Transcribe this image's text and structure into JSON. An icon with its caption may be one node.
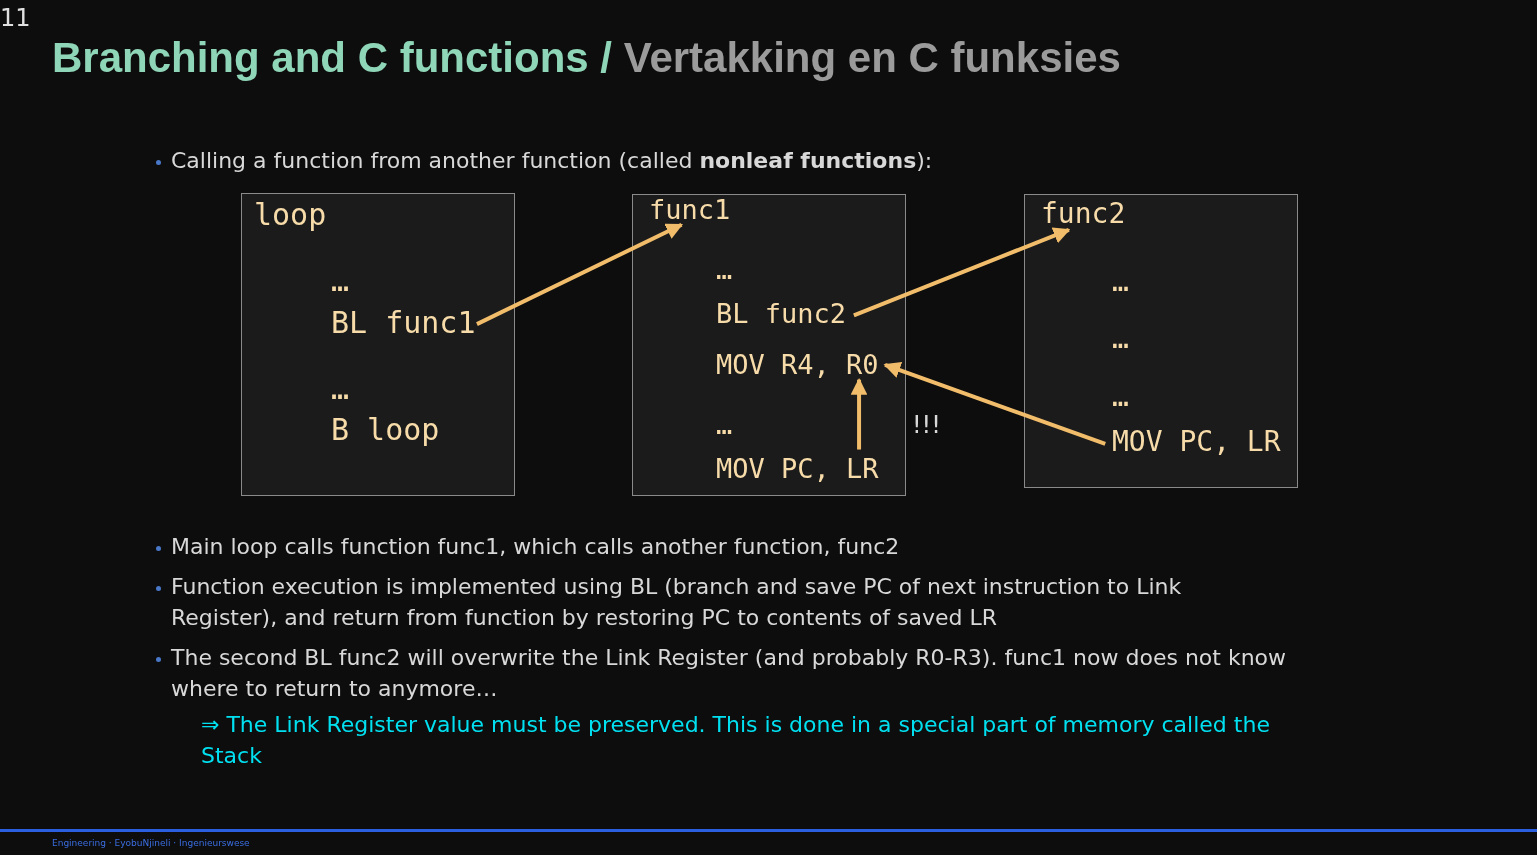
{
  "diagram": {
    "title": "Branching and C functions / *Vertakking en C funksies*",
    "nodes": [
      {
        "text": [],
        "shape": "box"
      },
      {
        "text": [
          "loop"
        ],
        "in": 0
      },
      {
        "text": [
          "…"
        ],
        "in": 0
      },
      {
        "text": [
          "BL func1"
        ],
        "in": 0
      },
      {
        "text": [
          "…"
        ],
        "in": 0
      },
      {
        "text": [
          "B loop"
        ],
        "in": 0
      },
      {
        "text": [],
        "shape": "box"
      },
      {
        "text": [
          "func1"
        ],
        "in": 6
      },
      {
        "text": [
          "…"
        ],
        "in": 6
      },
      {
        "text": [
          "BL func2"
        ],
        "in": 6
      },
      {
        "text": [
          "MOV R4, R0"
        ],
        "in": 6
      },
      {
        "text": [
          "…"
        ],
        "in": 6
      },
      {
        "text": [
          "MOV PC, LR"
        ],
        "in": 6
      },
      {
        "text": [],
        "shape": "box"
      },
      {
        "text": [
          "func2"
        ],
        "in": 13
      },
      {
        "text": [
          "…"
        ],
        "in": 13
      },
      {
        "text": [
          "…"
        ],
        "in": 13
      },
      {
        "text": [
          "…"
        ],
        "in": 13
      },
      {
        "text": [
          "MOV PC, LR"
        ],
        "in": 13
      }
    ],
    "edges": [
      {
        "from": 3,
        "to": 7,
        "arrow": "to"
      },
      {
        "from": 9,
        "to": 14,
        "arrow": "to"
      },
      {
        "from": 18,
        "to": 10,
        "arrow": "to"
      },
      {
        "from": 12,
        "to": 10,
        "arrow": "to"
      }
    ],
    "labels": [
      "11",
      "Calling a function from another function (called **nonleaf functions**):",
      "!!!",
      "Main loop calls function func1, which calls another function, func2",
      "Function execution is implemented using BL (branch and save PC of next instruction to Link Register), and return from function by restoring PC to contents of saved LR",
      "The second BL func2 will overwrite the Link Register (and probably R0-R3). func1 now does not know where to return to anymore…",
      "⇒ The Link Register value must be preserved. This is done in a special part of memory called the Stack",
      "Engineering · EyobuNjineli · Ingenieurswese"
    ]
  }
}
